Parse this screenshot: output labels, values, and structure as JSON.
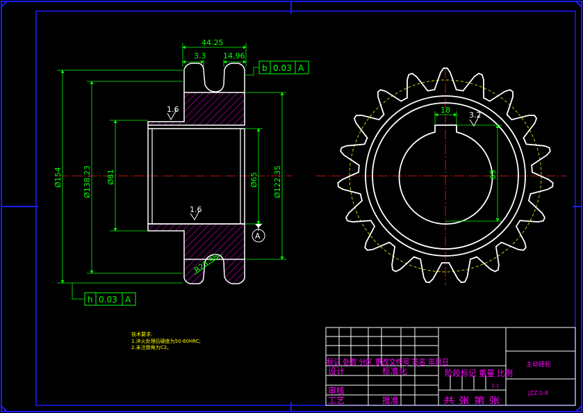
{
  "colors": {
    "background": "#000000",
    "border": "#1a1aff",
    "outline": "#ffffff",
    "dimension": "#00ff00",
    "centerline": "#ff2020",
    "hatch": "#ff00ff",
    "pitch_circle": "#ffff00",
    "title_text": "#ff00ff",
    "title_frame": "#ffffff"
  },
  "dimensions": {
    "width_total": "44.25",
    "groove": "3.3",
    "tooth_width": "14.96",
    "dia_outer": "Ø154",
    "dia_root": "Ø138.23",
    "dia_hub": "Ø81",
    "dia_bore": "Ø65",
    "dia_chamfer": "Ø122.35",
    "radius": "R25.98",
    "roughness_top": "1.6",
    "roughness_bottom": "1.6",
    "key_width": "18",
    "key_roughness": "3.2",
    "key_depth": "69"
  },
  "tolerances": {
    "top": {
      "symbol": "b",
      "value": "0.03",
      "datum": "A"
    },
    "bottom": {
      "symbol": "h",
      "value": "0.03",
      "datum": "A"
    },
    "datum_marker": "A"
  },
  "tech_notes": {
    "heading": "技术要求:",
    "line1": "1.淬火处理后硬度为50-60HRC;",
    "line2": "2.未注倒角为C2。"
  },
  "title_block": {
    "row_headers": "标记 处数 分区 更改文件号 签名 年月日",
    "design": "设计",
    "standardize": "标准化",
    "stage_weight_scale": "阶段标记 重量 比例",
    "scale_value": "1:1",
    "review": "审核",
    "process": "工艺",
    "approve": "批准",
    "sheets": "共 张 第 张",
    "part_name": "主动链轮",
    "drawing_no": "JZZ.0-8"
  }
}
